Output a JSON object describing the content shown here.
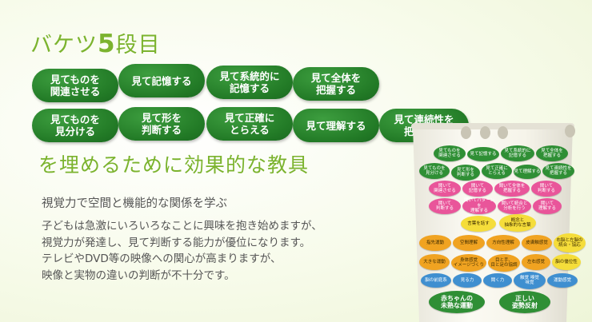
{
  "heading": {
    "prefix": "バケツ",
    "number": "5",
    "suffix": "段目"
  },
  "skills": [
    "見てものを\n関連させる",
    "見て記憶する",
    "見て系統的に\n記憶する",
    "見て全体を\n把握する",
    "見てものを\n見分ける",
    "見て形を\n判断する",
    "見て正確に\nとらえる",
    "見て理解する",
    "見て連続性を\n把握する"
  ],
  "tagline": "を埋めるために効果的な教具",
  "subhead": "視覚力で空間と機能的な関係を学ぶ",
  "paragraph": [
    "子どもは急激にいろいろなことに興味を抱き始めますが、",
    "視覚力が発達し、見て判断する能力が優位になります。",
    "テレビやDVD等の映像への関心が高まりますが、",
    "映像と実物の違いの判断が不十分です。"
  ],
  "bucket": {
    "green_row1": [
      "見てものを\n関連させる",
      "見て記憶する",
      "見て系統的に\n記憶する",
      "見て全体を\n把握する"
    ],
    "green_row2": [
      "見てものを\n見分ける",
      "見て形を\n判断する",
      "見て正確に\nとらえる",
      "見て理解する",
      "見て連続性を\n把握する"
    ],
    "pink_row1": [
      "聞いて\n関連させる",
      "聞いて\n記憶する",
      "聞いて全体を\n把握する",
      "聞いて\n判断する"
    ],
    "pink_row2": [
      "聞いて\n判断する",
      "聞いてパターンを\n理解する",
      "聞いて統合と\n分析を行う",
      "聞いて\n理解する"
    ],
    "yellow_row": [
      "言葉を話す",
      "概念と\n抽象的な言葉"
    ],
    "orange_row1": [
      "指先運動",
      "空間理解",
      "方向性理解",
      "皮膚触感覚",
      "右脳と左脳の\n統合・協応"
    ],
    "orange_row2": [
      "大きな運動",
      "身体感覚\nイメージづくり",
      "目と手、\n目と足の協調",
      "左右感覚",
      "脳の優位性"
    ],
    "blue_row": [
      "脳の前庭系",
      "見る力",
      "聞く力",
      "触覚 嗅覚\n味覚",
      "運動感覚"
    ],
    "base": [
      "赤ちゃんの\n未熟な運動",
      "正しい\n姿勢反射"
    ]
  }
}
